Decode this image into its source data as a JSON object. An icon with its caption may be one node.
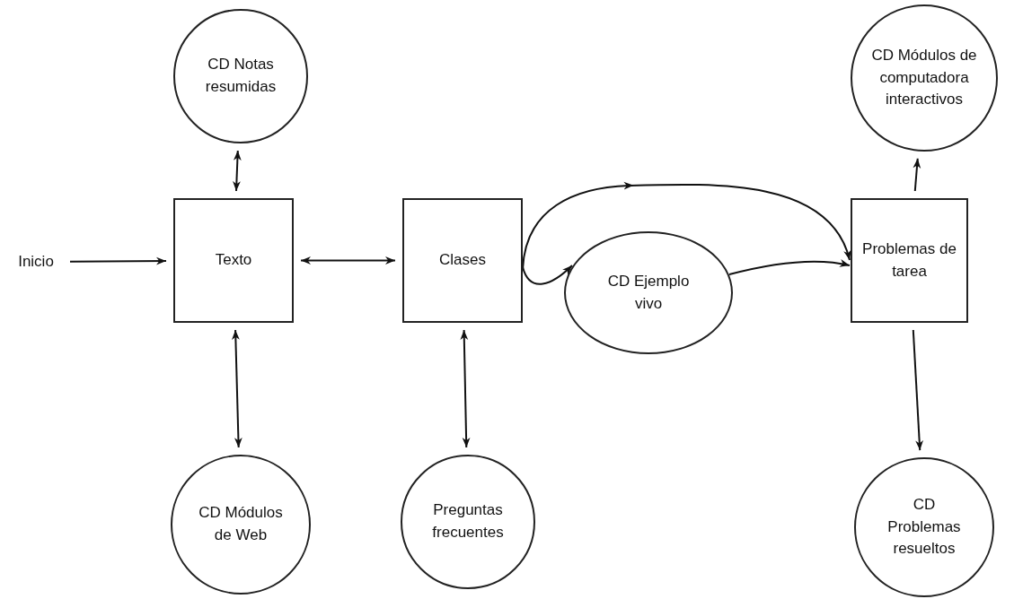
{
  "diagram": {
    "nodes": [
      {
        "text": [
          "CD Notas resumidas"
        ]
      },
      {
        "text": [
          "CD Módulos de computadora interactivos"
        ]
      },
      {
        "text": [
          "Inicio"
        ]
      },
      {
        "text": [
          "Texto"
        ]
      },
      {
        "text": [
          "Clases"
        ]
      },
      {
        "text": [
          "CD Ejemplo vivo"
        ]
      },
      {
        "text": [
          "Problemas de tarea"
        ]
      },
      {
        "text": [
          "CD Módulos de Web"
        ]
      },
      {
        "text": [
          "Preguntas frecuentes"
        ]
      },
      {
        "text": [
          "CD Problemas resueltos"
        ]
      }
    ],
    "edges": [
      {
        "from": 2,
        "to": 3,
        "arrow": "to"
      },
      {
        "from": 3,
        "to": 0,
        "arrow": "both"
      },
      {
        "from": 3,
        "to": 7,
        "arrow": "both"
      },
      {
        "from": 3,
        "to": 4,
        "arrow": "both"
      },
      {
        "from": 4,
        "to": 8,
        "arrow": "both"
      },
      {
        "from": 4,
        "to": 6,
        "arrow": "to"
      },
      {
        "from": 4,
        "to": 5,
        "arrow": "to"
      },
      {
        "from": 5,
        "to": 6,
        "arrow": "to"
      },
      {
        "from": 6,
        "to": 1,
        "arrow": "to"
      },
      {
        "from": 6,
        "to": 9,
        "arrow": "to"
      }
    ]
  }
}
